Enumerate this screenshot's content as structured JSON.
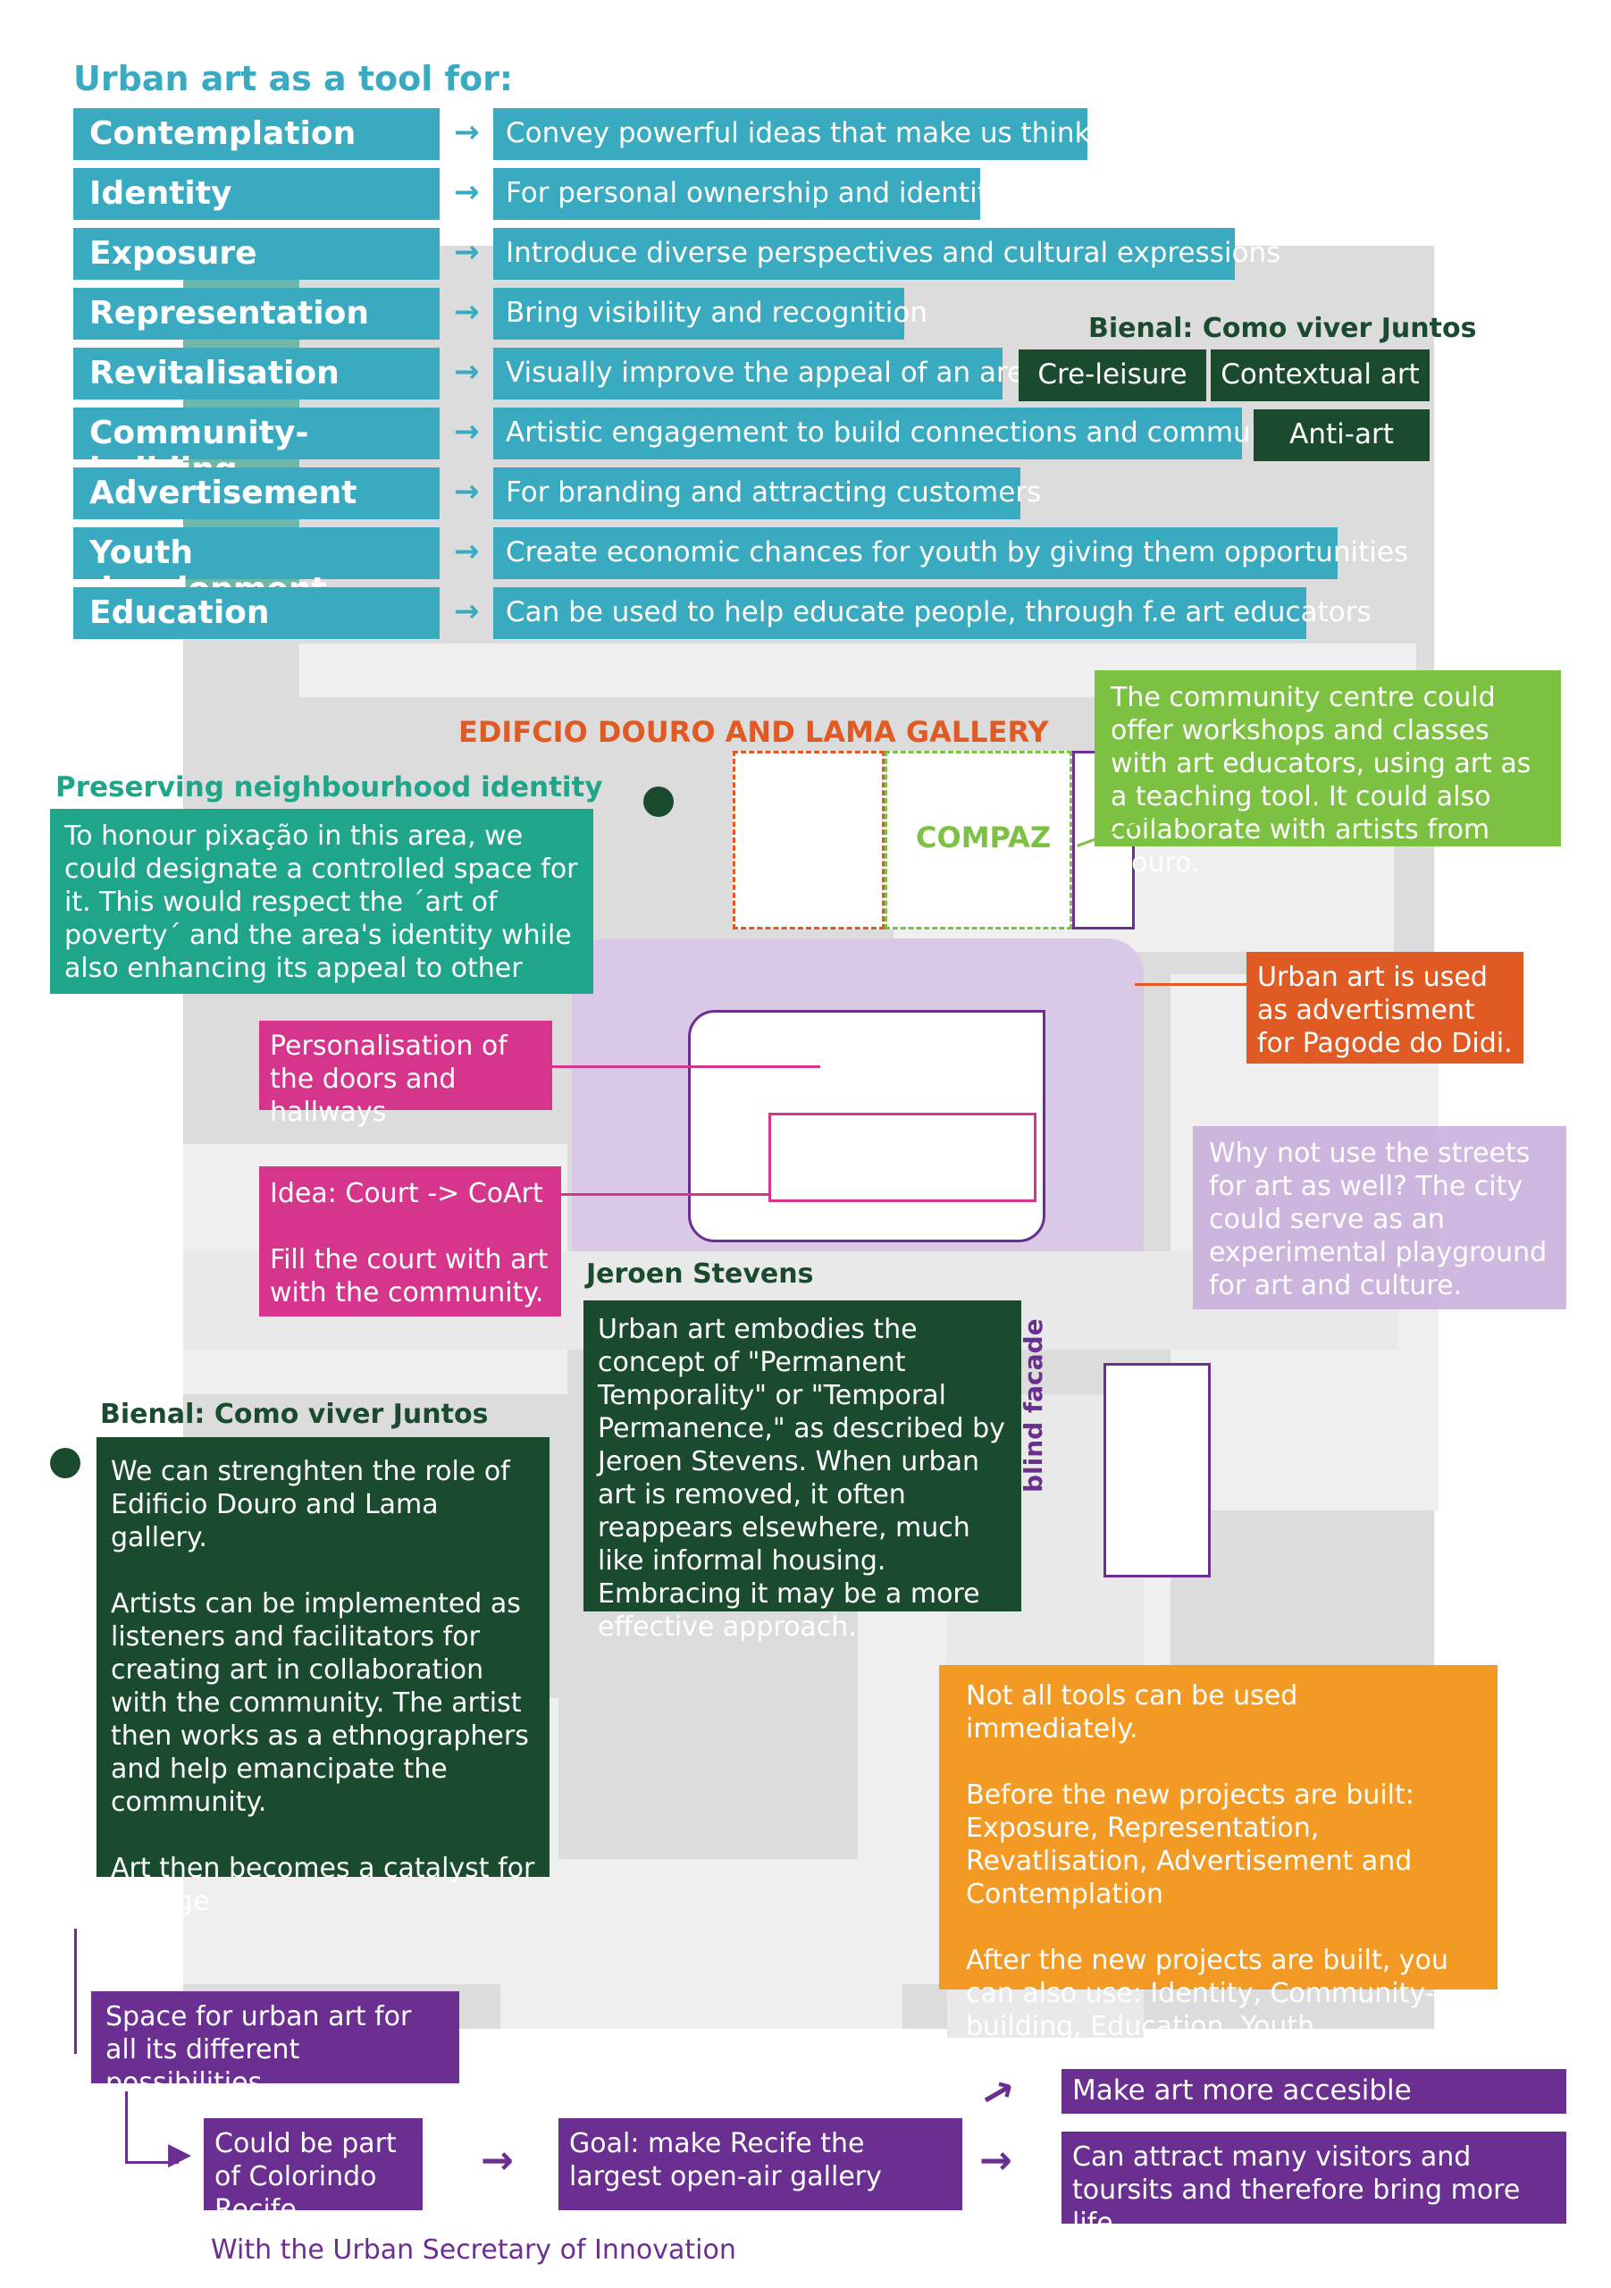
{
  "header": {
    "title": "Urban art as a tool for:"
  },
  "tools": [
    {
      "name": "Contemplation",
      "desc": "Convey powerful ideas that make us think"
    },
    {
      "name": "Identity",
      "desc": "For personal ownership and identity"
    },
    {
      "name": "Exposure",
      "desc": "Introduce diverse perspectives and cultural expressions"
    },
    {
      "name": "Representation",
      "desc": "Bring visibility and recognition"
    },
    {
      "name": "Revitalisation",
      "desc": "Visually improve the appeal of an area"
    },
    {
      "name": "Community-building",
      "desc": "Artistic engagement to build connections and community"
    },
    {
      "name": "Advertisement",
      "desc": "For branding and attracting customers"
    },
    {
      "name": "Youth development",
      "desc": "Create economic chances for youth by giving them opportunities"
    },
    {
      "name": "Education",
      "desc": "Can be used to help educate people, through f.e art educators"
    }
  ],
  "bienal_top": {
    "title": "Bienal: Como viver Juntos",
    "tags": [
      "Cre-leisure",
      "Contextual art",
      "Anti-art"
    ]
  },
  "map_labels": {
    "edificio": "EDIFCIO DOURO AND LAMA GALLERY",
    "compaz": "COMPAZ",
    "blind_facade": "blind facade"
  },
  "preserving": {
    "title": "Preserving neighbourhood identity",
    "text": "To honour pixação in this area, we could designate a controlled space for it. This would respect the ´art of poverty´ and the area's identity while also enhancing its appeal to other users."
  },
  "community_centre": {
    "text": "The community centre could offer workshops and classes with art educators, using art as a teaching tool. It could also collaborate with artists from Douro."
  },
  "pagode": {
    "text": "Urban art is used as advertisment for Pagode do Didi."
  },
  "personalisation": {
    "text": "Personalisation of the doors and hallways"
  },
  "streets": {
    "text": "Why not use the streets for art as well? The city could serve as an experimental playground for art and culture."
  },
  "court": {
    "text": "Idea: Court -> CoArt\n\nFill the court with art with the community."
  },
  "jeroen": {
    "title": "Jeroen Stevens",
    "text": "Urban art embodies the concept of \"Permanent Temporality\" or \"Temporal Permanence,\" as described by Jeroen Stevens. When urban art is removed, it often reappears elsewhere, much like informal housing. Embracing it may be a more effective approach."
  },
  "bienal_bottom": {
    "title": "Bienal: Como viver Juntos",
    "text": "We can strenghten the role of Edificio Douro and Lama gallery.\n\nArtists can be implemented as listeners and facilitators for creating art in collaboration with the community. The artist then works as a ethnographers and help emancipate the community.\n\nArt then becomes a catalyst for change"
  },
  "not_all": {
    "text": "Not all tools can be used immediately.\n\nBefore the new projects are built: Exposure, Representation, Revatlisation, Advertisement and Contemplation\n\nAfter the new projects are built, you can also use: Identity, Community-building, Education, Youth development"
  },
  "flow": {
    "space": "Space for urban art for all its different possibilities",
    "colorindo": "Could be part of Colorindo Recife",
    "goal": "Goal: make Recife the largest open-air gallery",
    "accessible": "Make art more accesible",
    "visitors": "Can attract many visitors and toursits and therefore bring more life",
    "secretary": "With the Urban Secretary of Innovation"
  },
  "colors": {
    "teal": "#3aaac0",
    "dark_green": "#1a4b2e",
    "green": "#7dc142",
    "orange_red": "#e05a24",
    "magenta": "#d6358c",
    "purple": "#6a2f91",
    "lavender": "#c4a8d8",
    "orange": "#f39a24",
    "sea_green": "#1fa58a"
  }
}
